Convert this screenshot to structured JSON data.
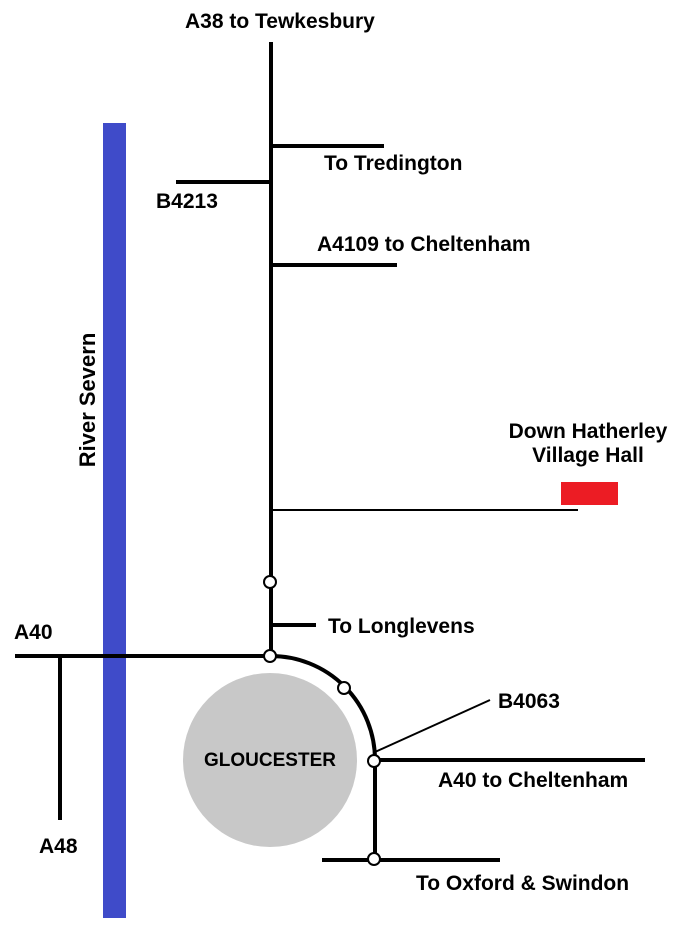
{
  "colors": {
    "river": "#3f4bc9",
    "road": "#000000",
    "town": "#c8c8c8",
    "venue": "#ec1c24",
    "junction_fill": "#ffffff"
  },
  "river": {
    "label": "River Severn"
  },
  "town": {
    "label": "GLOUCESTER"
  },
  "venue": {
    "label_line1": "Down Hatherley",
    "label_line2": "Village Hall"
  },
  "roads": {
    "a38_north": "A38 to Tewkesbury",
    "tredington": "To Tredington",
    "b4213": "B4213",
    "a4109": "A4109 to Cheltenham",
    "longlevens": "To Longlevens",
    "a40_west": "A40",
    "a48": "A48",
    "b4063": "B4063",
    "a40_cheltenham": "A40 to Cheltenham",
    "oxford_swindon": "To Oxford & Swindon"
  }
}
